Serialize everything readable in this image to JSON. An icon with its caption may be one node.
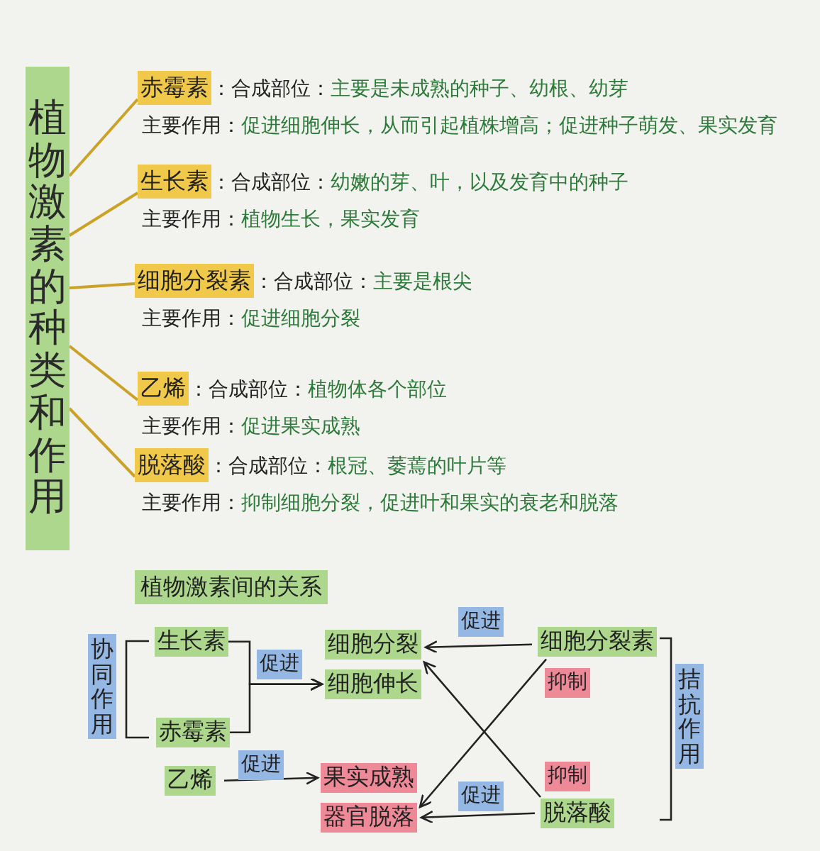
{
  "diagram": {
    "nodes": [
      {
        "text": [
          "植物激素的种类和作用"
        ]
      },
      {
        "text": [
          "赤霉素"
        ],
        "beside": [
          "：合成部位：",
          "主要是未成熟的种子、幼根、幼芽",
          "主要作用：",
          "促进细胞伸长，从而引起植株增高；促进种子萌发、果实发育"
        ]
      },
      {
        "text": [
          "生长素"
        ],
        "beside": [
          "：合成部位：",
          "幼嫩的芽、叶，以及发育中的种子",
          "主要作用：",
          "植物生长，果实发育"
        ]
      },
      {
        "text": [
          "细胞分裂素"
        ],
        "beside": [
          "：合成部位：",
          "主要是根尖",
          "主要作用：",
          "促进细胞分裂"
        ]
      },
      {
        "text": [
          "乙烯"
        ],
        "beside": [
          "：合成部位：",
          "植物体各个部位",
          "主要作用：",
          "促进果实成熟"
        ]
      },
      {
        "text": [
          "脱落酸"
        ],
        "beside": [
          "：合成部位：",
          "根冠、萎蔫的叶片等",
          "主要作用：",
          "抑制细胞分裂，促进叶和果实的衰老和脱落"
        ]
      },
      {
        "text": [
          "协同作用"
        ]
      },
      {
        "text": [
          "生长素"
        ]
      },
      {
        "text": [
          "赤霉素"
        ]
      },
      {
        "text": [
          "乙烯"
        ]
      },
      {
        "text": [
          "细胞分裂"
        ]
      },
      {
        "text": [
          "细胞伸长"
        ]
      },
      {
        "text": [
          "果实成熟"
        ]
      },
      {
        "text": [
          "器官脱落"
        ]
      },
      {
        "text": [
          "细胞分裂素"
        ]
      },
      {
        "text": [
          "脱落酸"
        ]
      },
      {
        "text": [
          "拮抗作用"
        ]
      }
    ],
    "edges": [
      {
        "from": 0,
        "to": 1,
        "arrow": "none",
        "color": "#c9a227"
      },
      {
        "from": 0,
        "to": 2,
        "arrow": "none",
        "color": "#c9a227"
      },
      {
        "from": 0,
        "to": 3,
        "arrow": "none",
        "color": "#c9a227"
      },
      {
        "from": 0,
        "to": 4,
        "arrow": "none",
        "color": "#c9a227"
      },
      {
        "from": 0,
        "to": 5,
        "arrow": "none",
        "color": "#c9a227"
      },
      {
        "from": 7,
        "to": 11,
        "arrow": "to",
        "label": "促进"
      },
      {
        "from": 8,
        "to": 11,
        "arrow": "to"
      },
      {
        "from": 9,
        "to": 12,
        "arrow": "to",
        "label": "促进"
      },
      {
        "from": 14,
        "to": 10,
        "arrow": "to",
        "label": "促进"
      },
      {
        "from": 14,
        "to": 13,
        "arrow": "to",
        "label": "抑制"
      },
      {
        "from": 15,
        "to": 10,
        "arrow": "to",
        "label": "抑制"
      },
      {
        "from": 15,
        "to": 13,
        "arrow": "to",
        "label": "促进"
      }
    ],
    "labels": [
      "植物激素间的关系"
    ]
  }
}
